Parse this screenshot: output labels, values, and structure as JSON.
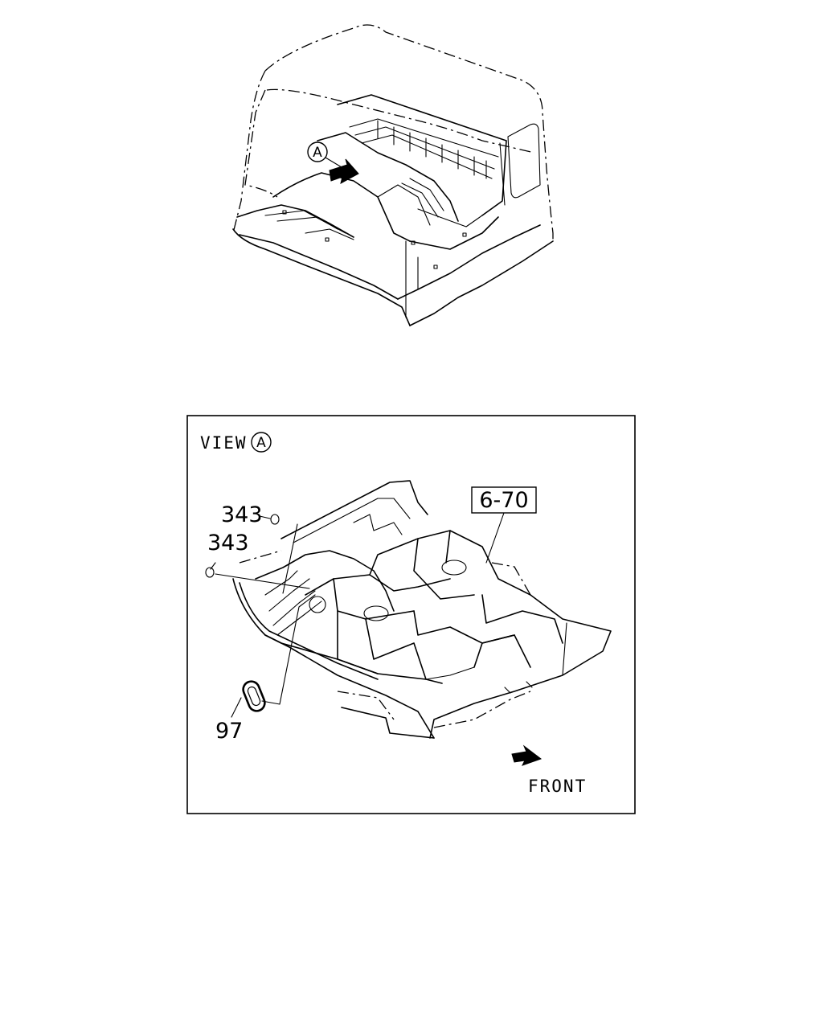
{
  "view_marker": "A",
  "view_title": "VIEW",
  "view_letter": "A",
  "callouts": {
    "ref_box": "6-70",
    "part_343_upper": "343",
    "part_343_lower": "343",
    "part_97": "97"
  },
  "direction_label": "FRONT"
}
